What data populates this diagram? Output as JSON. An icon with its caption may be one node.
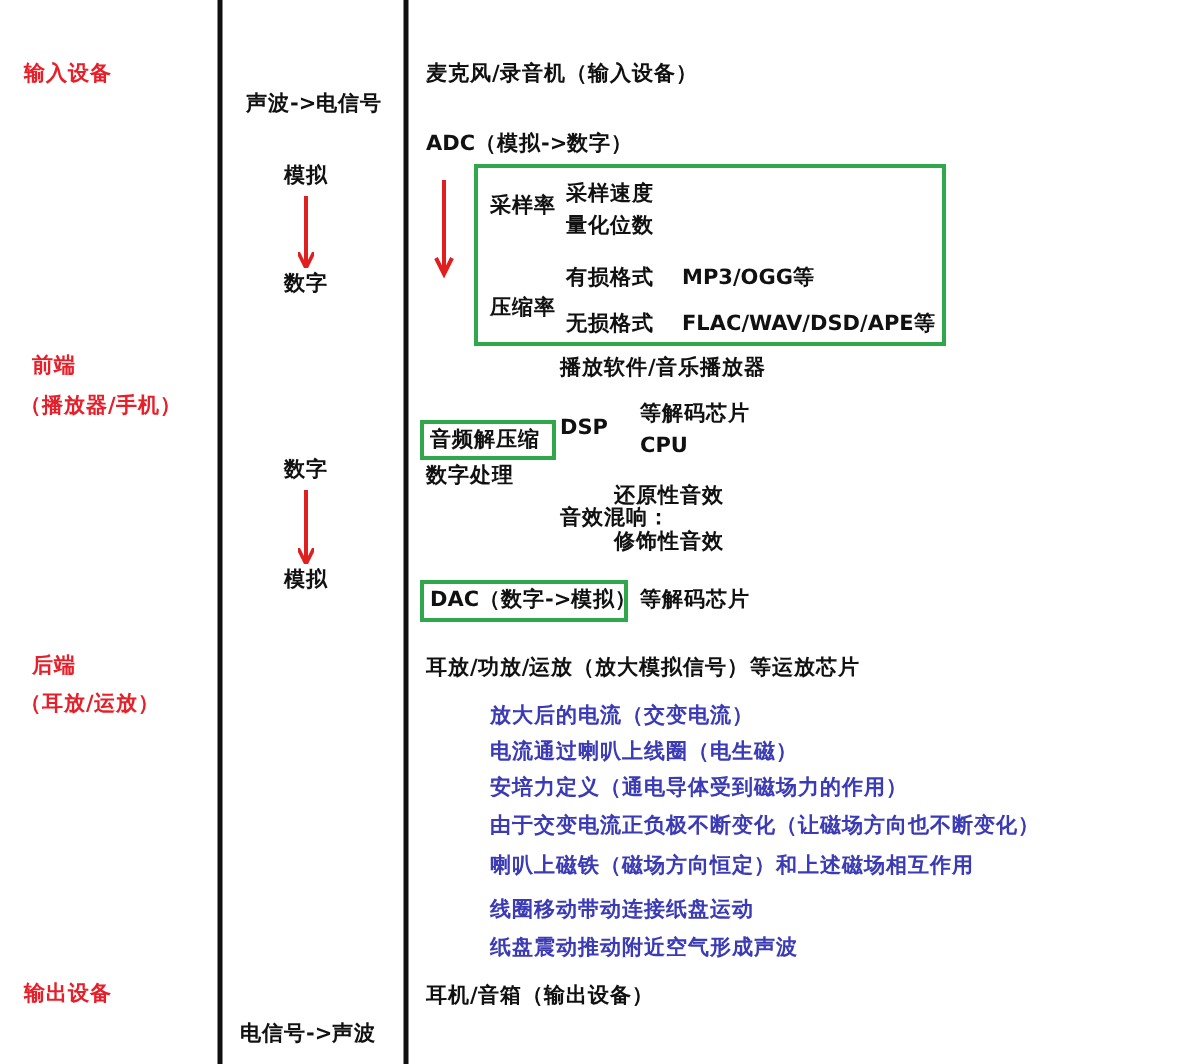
{
  "diagram": {
    "nodes": [
      {
        "text": [
          "模拟"
        ]
      },
      {
        "text": [
          "数字"
        ]
      },
      {
        "text": [
          "采样率",
          "采样速度",
          "量化位数",
          "压缩率",
          "有损格式",
          "MP3/OGG等",
          "无损格式",
          "FLAC/WAV/DSD/APE等"
        ]
      },
      {
        "text": [
          "音频解压缩"
        ]
      },
      {
        "text": [
          "数字"
        ]
      },
      {
        "text": [
          "模拟"
        ]
      },
      {
        "text": [
          "DAC（数字->模拟）"
        ]
      }
    ],
    "edges": [
      {
        "from": 0,
        "to": 1,
        "arrow": "to"
      },
      {
        "from": 4,
        "to": 5,
        "arrow": "to"
      }
    ],
    "labels": [
      "输入设备",
      "麦克风/录音机（输入设备）",
      "声波->电信号",
      "ADC（模拟->数字）",
      "前端",
      "播放软件/音乐播放器",
      "（播放器/手机）",
      "DSP",
      "等解码芯片",
      "CPU",
      "数字处理",
      "还原性音效",
      "音效混响：",
      "修饰性音效",
      "等解码芯片",
      "后端",
      "耳放/功放/运放（放大模拟信号）",
      "等运放芯片",
      "（耳放/运放）",
      "放大后的电流（交变电流）",
      "电流通过喇叭上线圈（电生磁）",
      "安培力定义（通电导体受到磁场力的作用）",
      "由于交变电流正负极不断变化（让磁场方向也不断变化）",
      "喇叭上磁铁（磁场方向恒定）和上述磁场相互作用",
      "线圈移动带动连接纸盘运动",
      "纸盘震动推动附近空气形成声波",
      "输出设备",
      "耳机/音箱（输出设备）",
      "电信号->声波"
    ]
  }
}
